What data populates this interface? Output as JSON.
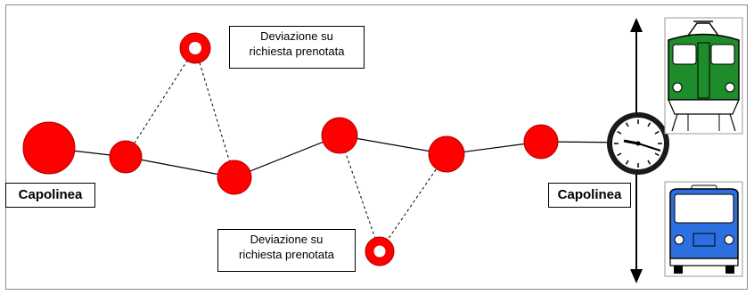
{
  "diagram": {
    "terminal_start_label": "Capolinea",
    "terminal_end_label": "Capolinea",
    "deviation_top": {
      "line1": "Deviazione su",
      "line2": "richiesta prenotata"
    },
    "deviation_bottom": {
      "line1": "Deviazione su",
      "line2": "richiesta prenotata"
    },
    "icons": [
      "clock-icon",
      "train-icon",
      "bus-icon",
      "double-arrow-icon"
    ],
    "colors": {
      "stop_fill": "#ff0000",
      "train_body": "#1e8c2a",
      "bus_body": "#2e6fe0",
      "line": "#000000"
    }
  }
}
